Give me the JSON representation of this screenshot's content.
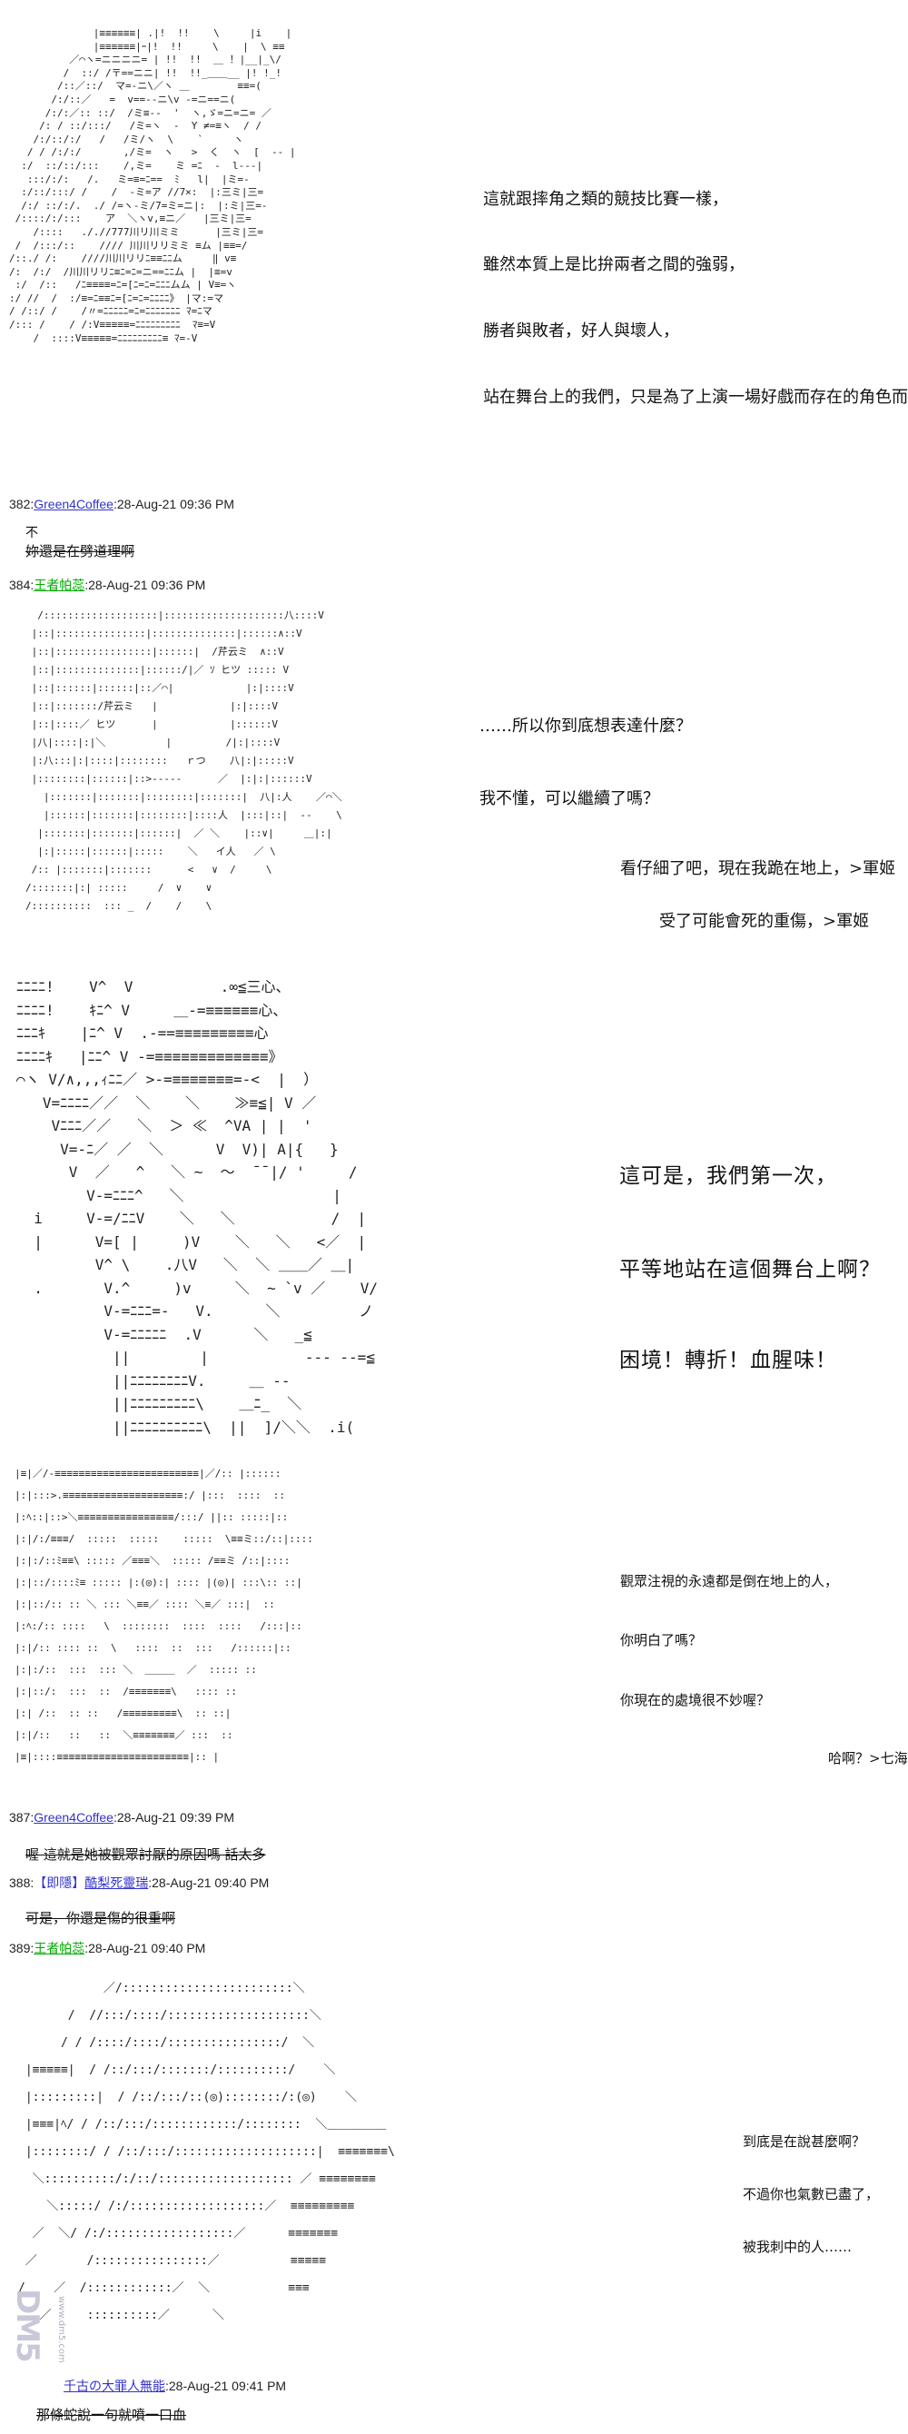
{
  "panel1": {
    "lines": [
      "這就跟摔角之類的競技比賽一樣，",
      "雖然本質上是比拚兩者之間的強弱，",
      "勝者與敗者，好人與壞人，",
      "站在舞台上的我們，只是為了上演一場好戲而存在的角色而已。"
    ]
  },
  "post382": {
    "num": "382:",
    "name": "Green4Coffee",
    "date": ":28-Aug-21 09:36 PM",
    "line1": "不",
    "line2": "妳還是在劈道理啊"
  },
  "post384": {
    "num": "384:",
    "name": "王者帕蕊",
    "date": ":28-Aug-21 09:36 PM"
  },
  "panel2": {
    "lines": [
      "……所以你到底想表達什麼？",
      "我不懂，可以繼續了嗎？",
      "看仔細了吧，現在我跪在地上，>軍姬",
      "受了可能會死的重傷，>軍姬"
    ]
  },
  "panel3": {
    "lines": [
      "這可是，我們第一次，",
      "平等地站在這個舞台上啊？",
      "困境！轉折！血腥味！"
    ]
  },
  "panel4": {
    "lines": [
      "觀眾注視的永遠都是倒在地上的人，",
      "你明白了嗎？",
      "你現在的處境很不妙喔？",
      "哈啊？>七海"
    ]
  },
  "post387": {
    "num": "387:",
    "name": "Green4Coffee",
    "date": ":28-Aug-21 09:39 PM",
    "body": "喔 這就是她被觀眾討厭的原因嗎 話太多"
  },
  "post388": {
    "num": "388:",
    "tag": "【即隱】",
    "name": "酷梨死靈瑞",
    "date": ":28-Aug-21 09:40 PM",
    "body": "可是，你還是傷的很重啊"
  },
  "post389": {
    "num": "389:",
    "name": "王者帕蕊",
    "date": ":28-Aug-21 09:40 PM"
  },
  "panel5": {
    "lines": [
      "到底是在說甚麼啊？",
      "不過你也氣數已盡了，",
      "被我刺中的人……"
    ]
  },
  "post390": {
    "name": "千古の大罪人無能",
    "date": ":28-Aug-21 09:41 PM",
    "body": "那條蛇說一句就噴一口血"
  },
  "watermark": {
    "logo": "DM5",
    "site": "www.dm5.com"
  },
  "aa": {
    "p1": "              |≡≡≡≡≡≡| .|!  !!    \\     |i    |\n              |≡≡≡≡≡≡|ｰ|!  !!     \\    |  \\ ≡≡\n          ／⌒ヽ=ニニニニ= | !!  !!  ＿ ！|__|_\\/\n         /  ::/ /〒==ニニ| !!  !!_＿＿__ |! !_!\n        /::／::/  マ=‐ニ\\／ヽ ＿        ≡≡=(\n       /:/::／   =  v==‐‐ニ\\v -=ニ==ニ(\n      /:/:／:: ::/  /ミ≡-‐  '  ヽ,ゞ=ニ=ニ= ／\n     /: / ::/:::/   /ミ=ヽ  -  Y ≠=≡ヽ  / /\n    /:/::/:/   /   /ミ/ヽ  \\    `     ヽ\n   / / /:/:/       ,/ミ=  ヽ   >  く  ヽ  [  ‐‐ |\n  :/  ::/::/:::    /,ミ=    ミ =ﾆ  -  l‐‐‐|\n   :::/:/:   /.   ミ=≡=ﾆ==  ﾐ   l|  |ミ=‐\n  :/::/:::/ /    /  -ミ=ア //7×:  |:三ミ|三=\n  /:/ ::/:/.  ./ /=ヽ‐ミ/7=ミ=ニ|:  |:ミ|三=‐\n /::::/:/:::    ア  ＼ヽv,≡ニ／   |三ミ|三=\n    /::::   ././/777川リ川ミミ      |三ミ|三=\n /  /:::/::    //// 川川リリミミ ≡ム |≡≡=/\n/::./ /:    ////川川リリﾆ≡≡ﾆﾆム     ‖ v≡\n/:  /:/  /川川リリﾆ≡ﾆ=ﾆ=ニ==ﾆﾆム |  |≡=v\n :/  /::   /ﾆ≡≡≡≡=ﾆ=[ﾆ=ﾆ=ﾆﾆﾆムム | V≡=ヽ\n:/ //  /  :/≡=ﾆ≡≡ﾆ=[ﾆ=ﾆ=ﾆﾆﾆﾆ》 |マ:=マ\n/ /::/ /    /〃=ﾆﾆﾆﾆﾆ=ﾆ=ﾆﾆﾆﾆﾆﾆﾆ ﾏ=ﾆマ\n/::: /    / /:V≡≡≡≡≡=ﾆﾆﾆﾆﾆﾆﾆﾆﾆ  ﾏ≡=V\n    /  ::::V≡≡≡≡≡=ﾆﾆﾆﾆﾆﾆﾆﾆﾆ≡ ﾏ=‐V",
    "p2": "  /:::::::::::::::::::|::::::::::::::::::::八::::V\n |::|:::::::::::::::|::::::::::::::|::::::∧::V\n |::|::::::::::::::::|::::::|  /芹云ミ  ∧::V\n |::|::::::::::::::|::::::/|／ ｿ ヒツ ::::: V\n |::|::::::|::::::|::／⌒|            |:|::::V\n |::|:::::::/芹云ミ   |            |:|::::V\n |::|::::／ ヒツ      |            |::::::V\n |八|::::|:|＼          |         /|:|::::V\n |:八:::|:|::::|::::::::   ｒつ    八|:|:::::V\n |::::::::|::::::|::>‐‐‐‐‐      ／  |:|:|::::::V\n   |:::::::|:::::::|::::::::|:::::::|  八|:人    ／⌒＼\n   |::::::|:::::::|::::::::|::::人  |:::|::|  -‐    \\\n  |:::::::|:::::::|::::::|  ／ ＼    |::∨|     ＿|:|\n  |:|:::::|::::::|:::::    ＼   イ人   ／ \\\n /:: |:::::::|:::::::      <   ∨  /     \\\n/:::::::|:| :::::     /  ∨    ∨\n/::::::::::  ::: _  /    /    \\",
    "p3": "ﾆﾆﾆﾆ!    V^  V          .∞≦三心、\nﾆﾆﾆﾆ!    ｷﾆ^ V     ＿-=≡≡≡≡≡≡心、\nﾆﾆﾆｷ    |ﾆ^ V  .-==≡≡≡≡≡≡≡≡≡心\nﾆﾆﾆﾆｷ   |ﾆﾆ^ V -=≡≡≡≡≡≡≡≡≡≡≡≡≡》\n⌒ヽ V/∧,,,ｨﾆﾆ／ >-=≡≡≡≡≡≡≡=-<  |  ）\n   V=ﾆﾆﾆﾆ／／  ＼    ＼    ≫≡≦| V ／\n    Vﾆﾆﾆ／／   ＼  ＞ ≪  ^VA | |  '\n     V=-ﾆ／ ／  ＼      V  V)| A|{   }\n      V  ／   ^   ＼ ~  ～  ¯¯|/ '     /\n        V-=ﾆﾆﾆ^   ＼                 |\n  i     V-=/ﾆﾆV    ＼   ＼           /  |\n  |      V=[ |     )V    ＼   ＼   <／  |\n         V^ \\    .八V   ＼  ＼ ＿＿／ ＿|\n  .       V.^     )v     ＼  ~ `v ／    V/\n          V-=ﾆﾆﾆ=-   V.      ＼         ノ\n          V-=ﾆﾆﾆﾆﾆ  .V      ＼   _≦\n           ||        |           --- --=≦\n           ||ﾆﾆﾆﾆﾆﾆﾆﾆV.     ＿ --\n           ||ﾆﾆﾆﾆﾆﾆﾆﾆﾆ\\    ＿ﾆ_  ＼\n           ||ﾆﾆﾆﾆﾆﾆﾆﾆﾆﾆ\\  ||  ]/＼＼  .i(",
    "p4": "|≡|／/-≡≡≡≡≡≡≡≡≡≡≡≡≡≡≡≡≡≡≡≡≡≡≡≡|／/:: |::::::\n|:|:::>.≡≡≡≡≡≡≡≡≡≡≡≡≡≡≡≡≡≡≡≡:/ |:::  ::::  ::\n|:ﾍ::|::>＼≡≡≡≡≡≡≡≡≡≡≡≡≡≡≡≡/:::/ ||:: :::::|::\n|:|/:/≡≡≡/  :::::  :::::    :::::  \\≡≡ミ::/::|::::\n|:|:/::ﾐ≡≡\\ ::::: ／≡≡≡＼  ::::: /≡≡ミ /::|::::\n|:|::/::::ﾐ≡ ::::: |:(◎):| :::: |(◎)| :::\\:: ::|\n|:|::/:: :: ＼ ::: ＼≡≡／ :::: ＼≡／ :::|  ::\n|:ﾍ:/:: ::::   \\  ::::::::  ::::  ::::   /:::|::\n|:|/:: :::: ::  \\   ::::  ::  :::   /::::::|::\n|:|:/::  :::  ::: ＼  ＿＿＿  ／  ::::: ::\n|:|::/:  :::  ::  /≡≡≡≡≡≡≡\\   :::: ::\n|:| /::  :: ::   /≡≡≡≡≡≡≡≡≡\\  :: ::|\n|:|/::   ::   ::  ＼≡≡≡≡≡≡≡／ :::  ::\n|≡|::::≡≡≡≡≡≡≡≡≡≡≡≡≡≡≡≡≡≡≡≡≡≡|:: |",
    "p5": "            ／/::::::::::::::::::::::::＼\n       /  //:::/::::/::::::::::::::::::::＼\n      / / /::::/::::/::::::::::::::::/  ＼\n |≡≡≡≡≡|  / /::/:::/:::::::/::::::::::/    ＼\n |:::::::::|  / /::/:::/::(◎)::::::::/:(◎)    ＼\n |≡≡≡|ﾍ/ / /::/:::/::::::::::::/::::::::  ＼＿＿＿＿＿\n |::::::::/ / /::/:::/::::::::::::::::::::|  ≡≡≡≡≡≡≡\\\n  ＼::::::::::/:/::/::::::::::::::::::: ／ ≡≡≡≡≡≡≡≡\n    ＼:::::/ /:/:::::::::::::::::::／  ≡≡≡≡≡≡≡≡≡\n  ／  ＼/ /:/::::::::::::::::::／      ≡≡≡≡≡≡≡\n ／       /::::::::::::::::／          ≡≡≡≡≡\n/    ／  /::::::::::::／  ＼           ≡≡≡\n   ／     ::::::::::／      ＼"
  }
}
